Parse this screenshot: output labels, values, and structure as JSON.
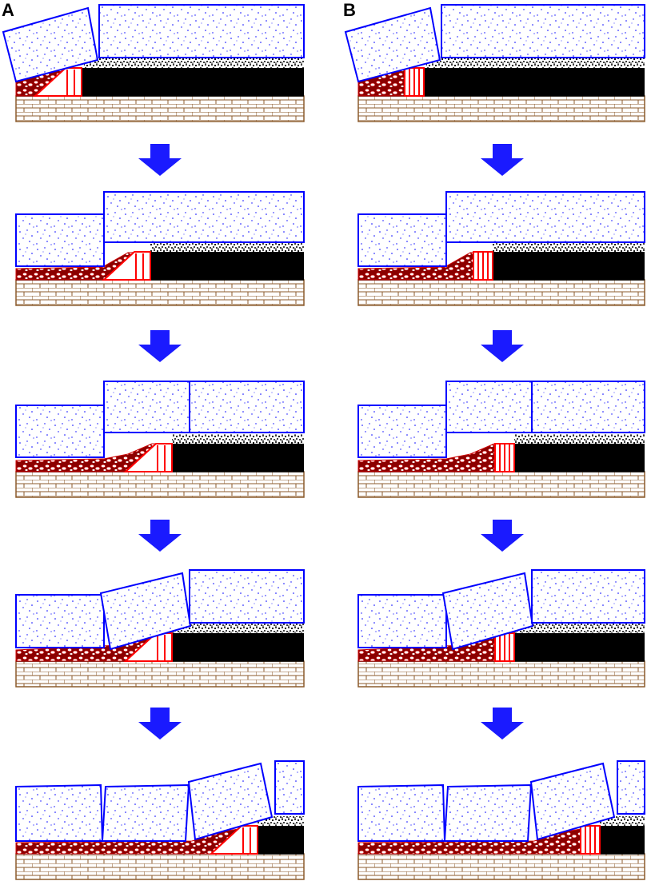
{
  "figure": {
    "panels": [
      {
        "label": "A",
        "support_style": "hydraulic-support-with-caving-shield"
      },
      {
        "label": "B",
        "support_style": "hydraulic-support-vertical-legs"
      }
    ],
    "steps_per_panel": 5,
    "transitions": 4,
    "colors": {
      "rock": "#0000ff",
      "arrow": "#1a1aff",
      "coal": "#000000",
      "gangue": "#cc0000",
      "gangue_fill": "#8b0000",
      "floor": "#8b5a2b",
      "support": "#ff0000"
    },
    "icons": [
      "down-arrow-icon",
      "dot-pattern-rock",
      "brick-pattern-floor",
      "gravel-pattern-coal-top"
    ]
  }
}
